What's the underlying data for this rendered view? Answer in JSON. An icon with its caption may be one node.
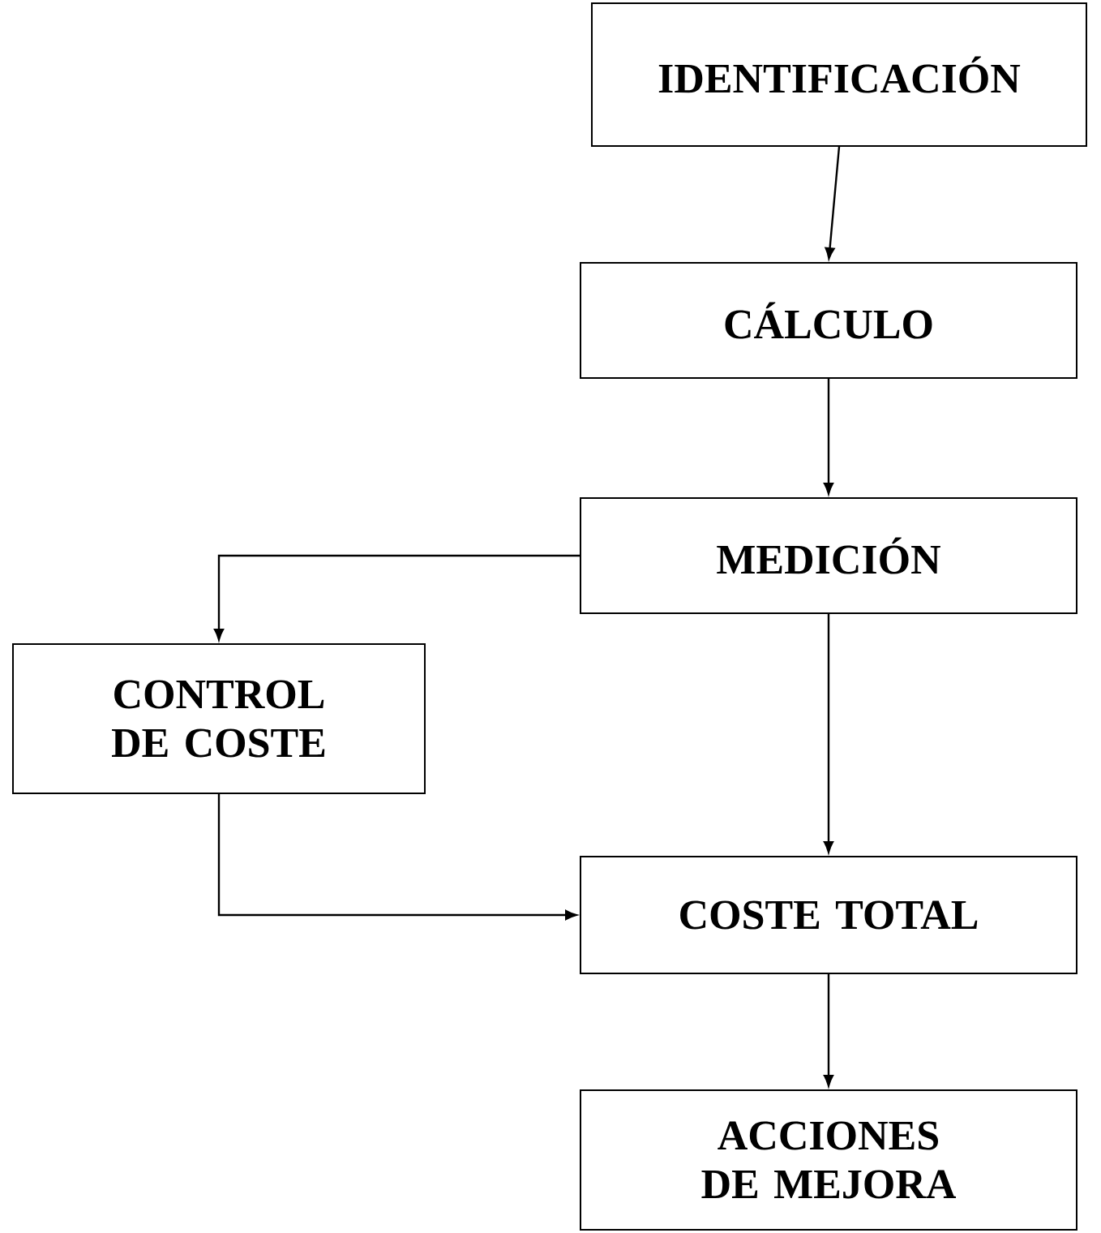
{
  "diagram": {
    "nodes": [
      {
        "text": [
          "IDENTIFICACIÓN"
        ]
      },
      {
        "text": [
          "CÁLCULO"
        ]
      },
      {
        "text": [
          "MEDICIÓN"
        ]
      },
      {
        "text": [
          "CONTROL DE COSTE"
        ]
      },
      {
        "text": [
          "COSTE TOTAL"
        ]
      },
      {
        "text": [
          "ACCIONES DE MEJORA"
        ]
      }
    ],
    "edges": [
      {
        "from": 0,
        "to": 1,
        "arrow": "to"
      },
      {
        "from": 1,
        "to": 2,
        "arrow": "to"
      },
      {
        "from": 2,
        "to": 3,
        "arrow": "to"
      },
      {
        "from": 2,
        "to": 4,
        "arrow": "to"
      },
      {
        "from": 3,
        "to": 4,
        "arrow": "to"
      },
      {
        "from": 4,
        "to": 5,
        "arrow": "to"
      }
    ]
  }
}
